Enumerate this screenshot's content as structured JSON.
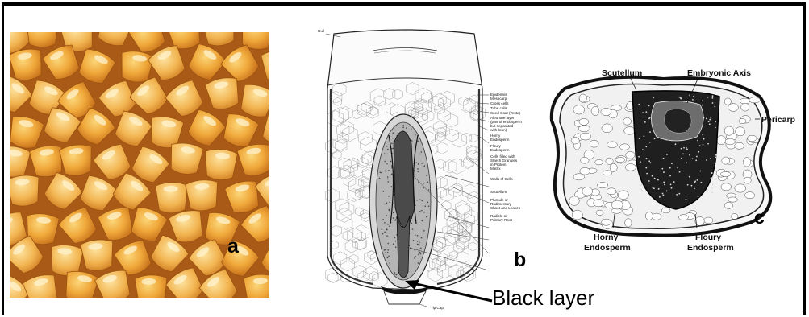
{
  "figure": {
    "letters": {
      "a": "a",
      "b": "b",
      "c": "c"
    },
    "black_layer": "Black layer"
  },
  "panel_b": {
    "top_label": "Hull",
    "bottom_label": "Tip Cap",
    "labels": [
      "Epidermis",
      "Mesocarp",
      "Cross cells",
      "Tube cells",
      "Seed Coat (Testa)",
      "Aleurone layer",
      "(part of endosperm",
      "but separated",
      "with bran)",
      "Horny",
      "Endosperm",
      "Floury",
      "Endosperm",
      "Cells filled with",
      "Starch Granules",
      "in Protein",
      "Matrix",
      "Walls of Cells",
      "Scutellum",
      "Plumule or",
      "Rudimentary",
      "Shoot and Leaves",
      "Radicle or",
      "Primary Root"
    ]
  },
  "panel_c": {
    "scutellum": "Scutellum",
    "embryonic_axis": "Embryonic Axis",
    "pericarp": "Pericarp",
    "horny_1": "Horny",
    "horny_2": "Endosperm",
    "floury_1": "Floury",
    "floury_2": "Endosperm"
  }
}
